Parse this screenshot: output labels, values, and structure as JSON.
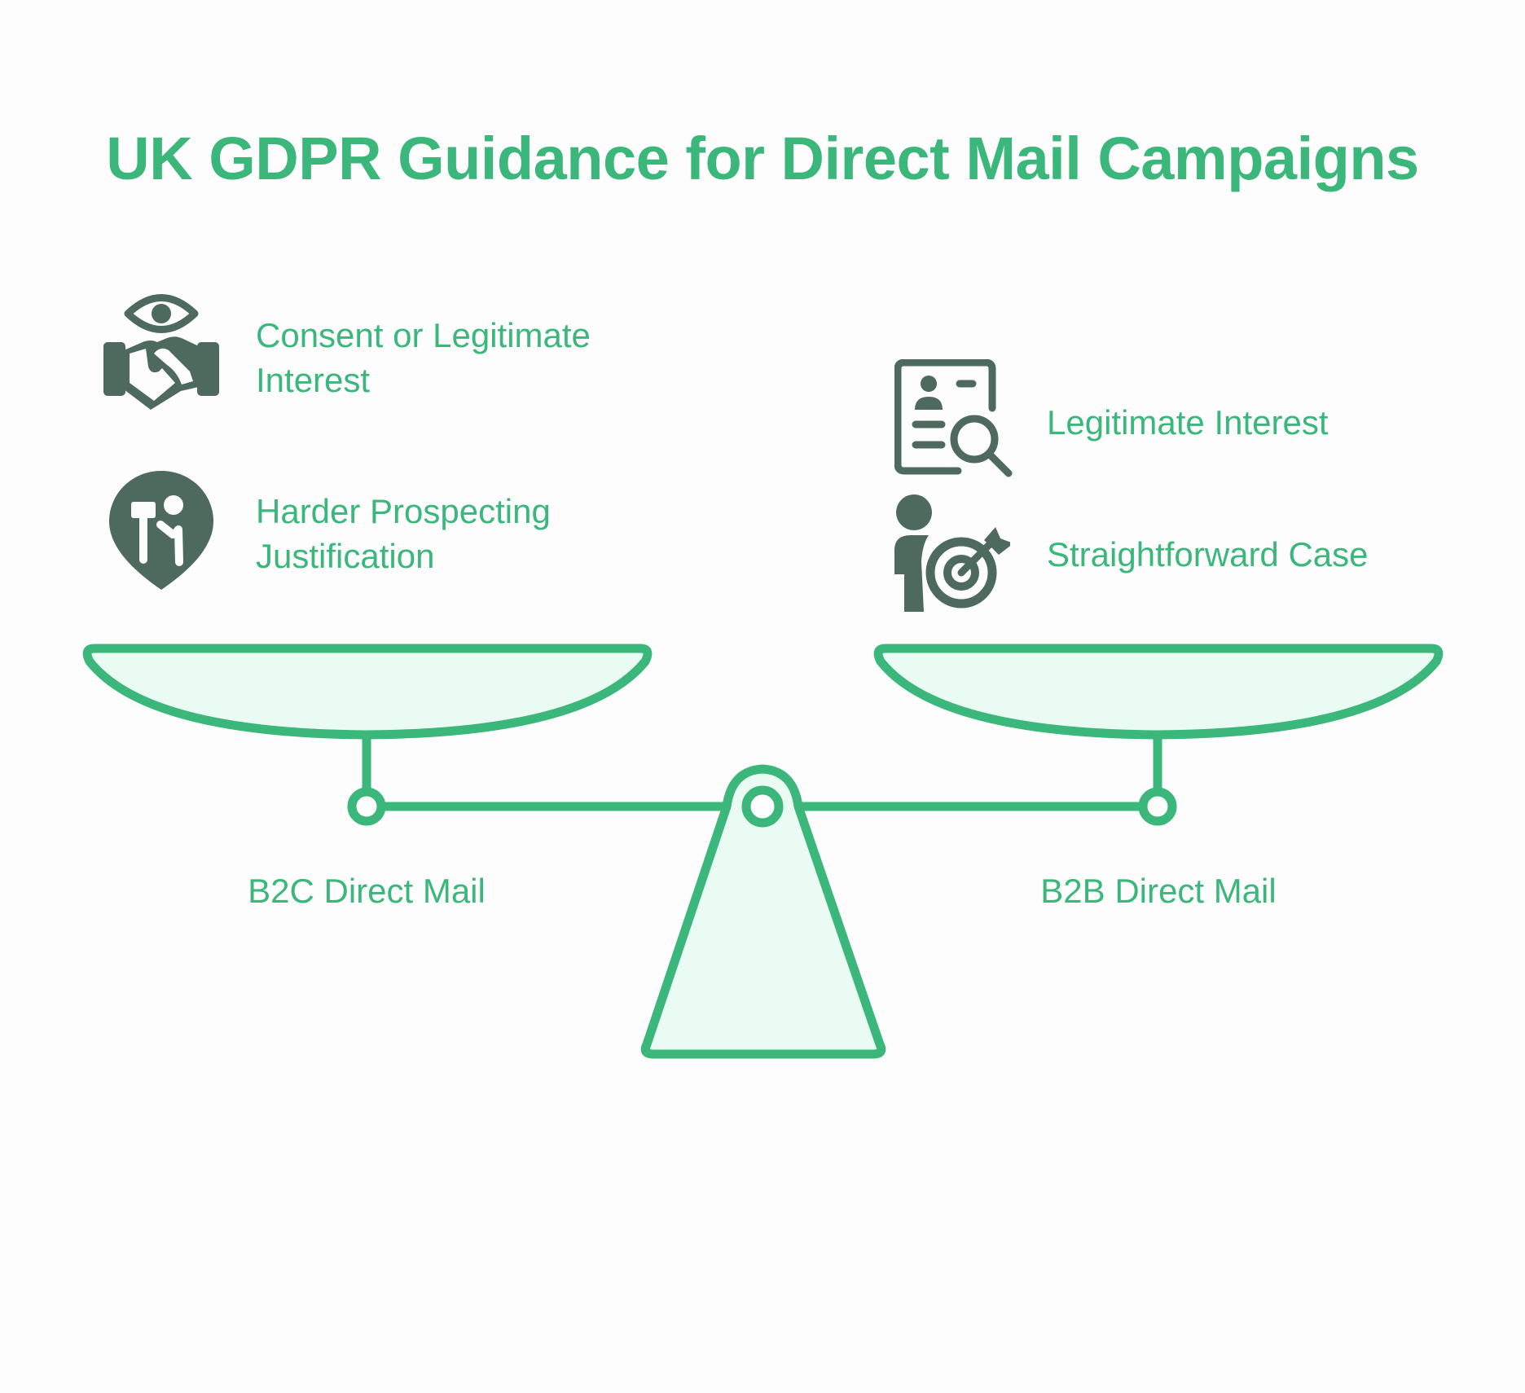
{
  "title": "UK GDPR Guidance for Direct Mail Campaigns",
  "colors": {
    "accent": "#3bb77b",
    "pan_fill": "#e9fbf3",
    "icon": "#4e6a5e",
    "background": "#fdfdfd"
  },
  "left_side": {
    "label": "B2C Direct Mail",
    "items": [
      {
        "icon": "eye-handshake-icon",
        "text_line1": "Consent or Legitimate",
        "text_line2": "Interest"
      },
      {
        "icon": "location-pin-hammer-person-icon",
        "text_line1": "Harder Prospecting",
        "text_line2": "Justification"
      }
    ]
  },
  "right_side": {
    "label": "B2B Direct Mail",
    "items": [
      {
        "icon": "document-search-icon",
        "text": "Legitimate Interest"
      },
      {
        "icon": "person-target-icon",
        "text": "Straightforward Case"
      }
    ]
  }
}
